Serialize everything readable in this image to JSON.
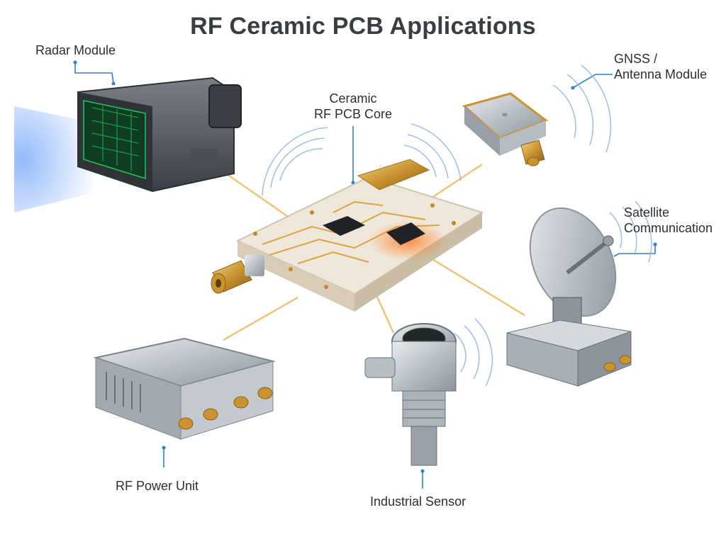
{
  "title": "RF Ceramic PCB Applications",
  "labels": {
    "radar": "Radar Module",
    "core_line1": "Ceramic",
    "core_line2": "RF PCB Core",
    "gnss_line1": "GNSS /",
    "gnss_line2": "Antenna Module",
    "sat_line1": "Satellite",
    "sat_line2": "Communication",
    "rf_power": "RF Power Unit",
    "industrial": "Industrial Sensor"
  },
  "colors": {
    "connector_line": "#f2c27a",
    "callout_line": "#2f7fd1",
    "signal_arc": "#8fb8e6",
    "pcb_gold": "#d9a441",
    "pcb_base": "#efe7da",
    "radar_green": "#22c55e"
  }
}
